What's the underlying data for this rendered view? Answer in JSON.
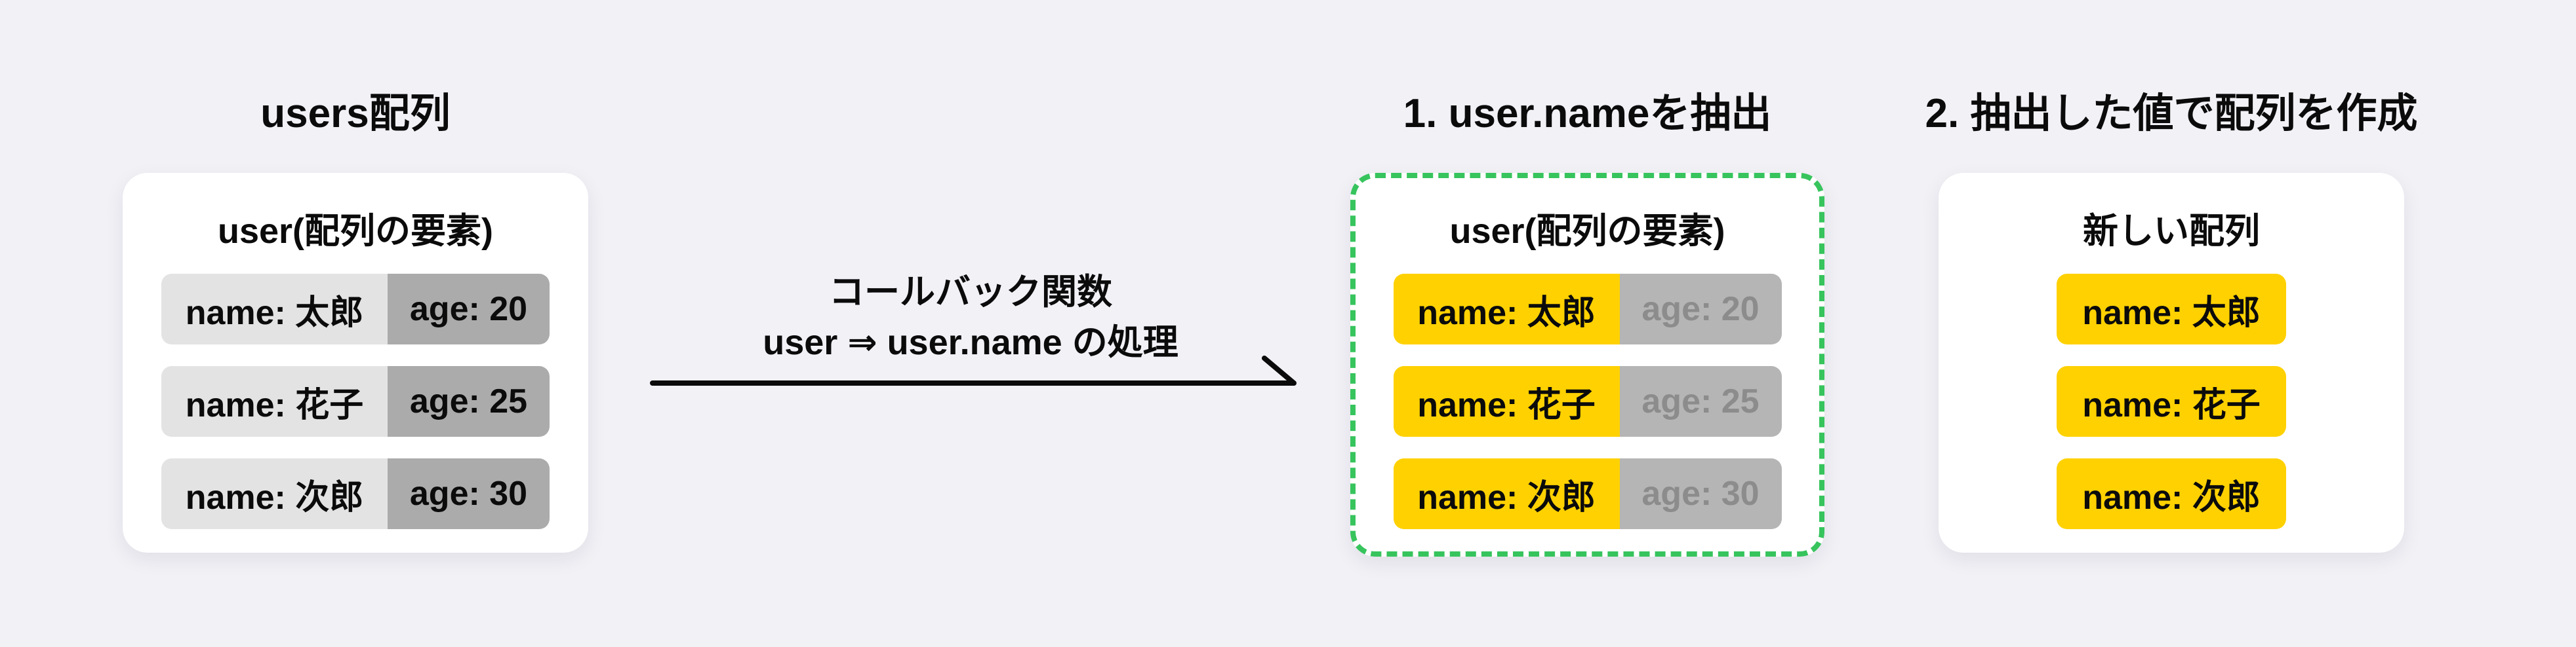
{
  "palette": {
    "background": "#F1F1F6",
    "card_bg": "#FFFFFF",
    "ink": "#0B0B0C",
    "name_chip_gray": "#E3E3E3",
    "age_chip_gray": "#ABABAB",
    "age_chip_muted_gray": "#B5B5B5",
    "age_text_muted": "#8C8C8C",
    "highlight_yellow": "#FFD100",
    "dashed_border_green": "#37C45D",
    "arrow_black": "#0B0B0C"
  },
  "sections": {
    "source": {
      "title": "users配列",
      "card_title": "user(配列の要素)",
      "rows": [
        {
          "name": "name: 太郎",
          "age": "age: 20"
        },
        {
          "name": "name: 花子",
          "age": "age: 25"
        },
        {
          "name": "name: 次郎",
          "age": "age: 30"
        }
      ]
    },
    "callback": {
      "line1": "コールバック関数",
      "line2": "user ⇒ user.name の処理"
    },
    "extract": {
      "title": "1. user.nameを抽出",
      "card_title": "user(配列の要素)",
      "rows": [
        {
          "name": "name: 太郎",
          "age": "age: 20"
        },
        {
          "name": "name: 花子",
          "age": "age: 25"
        },
        {
          "name": "name: 次郎",
          "age": "age: 30"
        }
      ]
    },
    "result": {
      "title": "2. 抽出した値で配列を作成",
      "card_title": "新しい配列",
      "rows": [
        {
          "name": "name: 太郎"
        },
        {
          "name": "name: 花子"
        },
        {
          "name": "name: 次郎"
        }
      ]
    }
  }
}
